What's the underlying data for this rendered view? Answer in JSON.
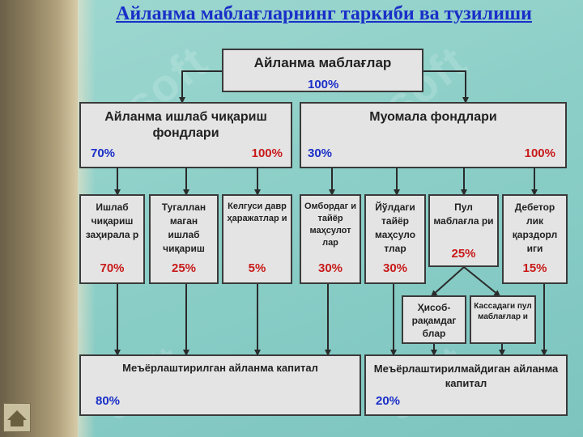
{
  "title": "Айланма маблағларнинг таркиби ва тузилиши",
  "root": {
    "label": "Айланма маблағлар",
    "pct": "100%"
  },
  "level1": [
    {
      "label": "Айланма ишлаб чиқариш фондлари",
      "left_pct": "70%",
      "right_pct": "100%"
    },
    {
      "label": "Муомала фондлари",
      "left_pct": "30%",
      "right_pct": "100%"
    }
  ],
  "level2": [
    {
      "label": "Ишлаб чиқариш заҳирала р",
      "pct": "70%"
    },
    {
      "label": "Тугаллан маган ишлаб чиқариш",
      "pct": "25%"
    },
    {
      "label": "Келгуси давр ҳаражатлар и",
      "pct": "5%"
    },
    {
      "label": "Омбордаг и тайёр маҳсулот лар",
      "pct": "30%"
    },
    {
      "label": "Йўлдаги тайёр маҳсуло тлар",
      "pct": "30%"
    },
    {
      "label": "Пул маблағла ри",
      "pct": "25%"
    },
    {
      "label": "Дебетор лик қарздорл иги",
      "pct": "15%"
    }
  ],
  "level3": [
    {
      "label": "Ҳисоб-рақамдаг блар"
    },
    {
      "label": "Кассадаги пул маблағлар и"
    }
  ],
  "bottom": [
    {
      "label": "Меъёрлаштирилган айланма капитал",
      "pct": "80%"
    },
    {
      "label": "Меъёрлаштирилмайдиган айланма капитал",
      "pct": "20%"
    }
  ],
  "watermark": "soft",
  "colors": {
    "blue": "#1a2fc8",
    "red": "#c81a1a",
    "box": "#e4e4e4",
    "line": "#2a2a2a"
  },
  "icons": {
    "nav": "home-icon"
  }
}
